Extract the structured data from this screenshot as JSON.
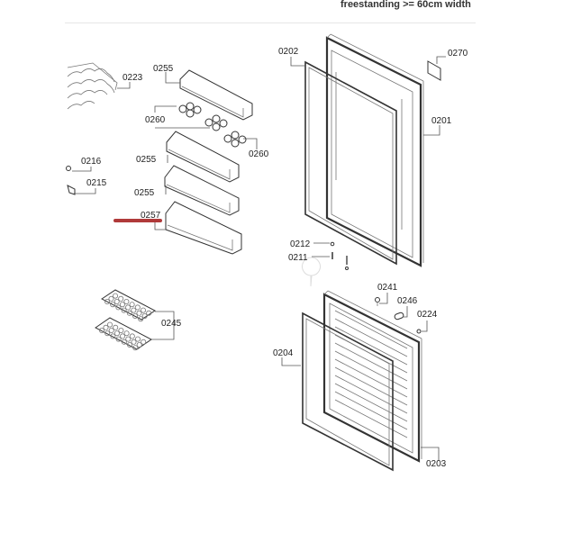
{
  "header": {
    "title": "freestanding >= 60cm width"
  },
  "diagram": {
    "highlight_color": "#b03a3a",
    "highlighted_part": "0257",
    "labels": [
      "0223",
      "0255",
      "0260",
      "0260",
      "0255",
      "0255",
      "0257",
      "0216",
      "0215",
      "0202",
      "0270",
      "0201",
      "0212",
      "0211",
      "0241",
      "0246",
      "0224",
      "0245",
      "0204",
      "0203"
    ]
  }
}
